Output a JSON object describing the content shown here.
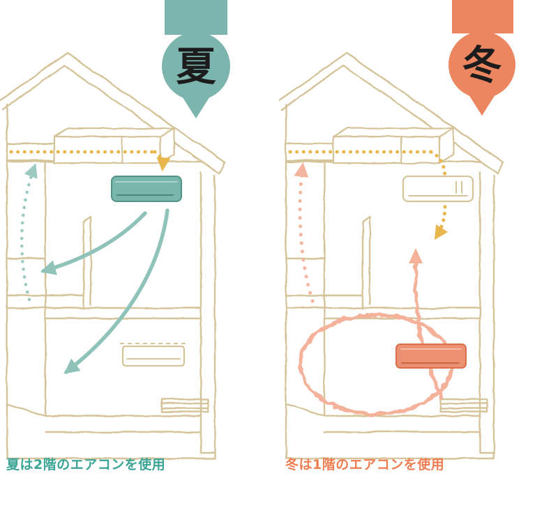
{
  "figure": {
    "panels": [
      {
        "season_badge": "夏",
        "caption": "夏は2階のエアコンを使用",
        "accent_color": "#7cb5ad",
        "caption_color": "#3ba495",
        "active_ac_color": "#79b6ac",
        "airflow_arrow_color": "#8fc3ba"
      },
      {
        "season_badge": "冬",
        "caption": "冬は1階のエアコンを使用",
        "accent_color": "#ec8660",
        "caption_color": "#ee7e52",
        "active_ac_color": "#eb9070",
        "airflow_arrow_color": "#f5b29b"
      }
    ],
    "house_line_color": "#d5c49a",
    "duct_airflow_dot_color": "#e8b64b",
    "inactive_ac_color": "#ffffff"
  }
}
